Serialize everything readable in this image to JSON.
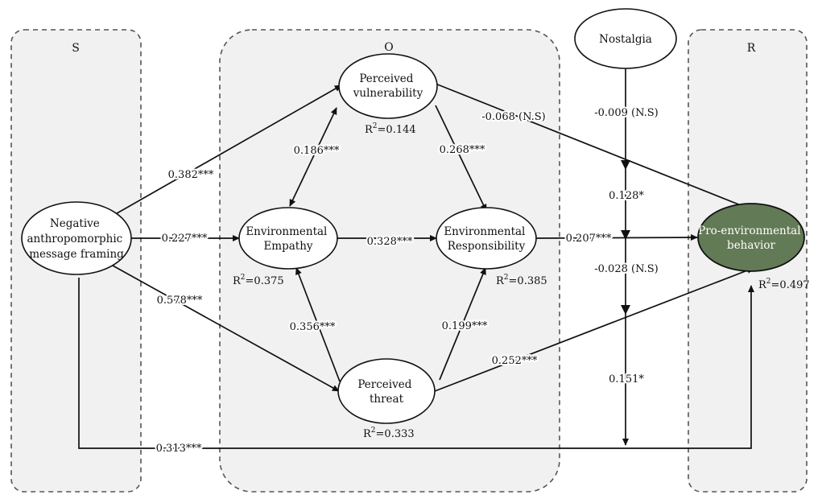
{
  "groups": {
    "s": "S",
    "o": "O",
    "r": "R"
  },
  "nodes": {
    "negative": [
      "Negative",
      "anthropomorphic",
      "message framing"
    ],
    "vulnerability": [
      "Perceived",
      "vulnerability"
    ],
    "empathy": [
      "Environmental",
      "Empathy"
    ],
    "responsibility": [
      "Environmental",
      "Responsibility"
    ],
    "threat": [
      "Perceived",
      "threat"
    ],
    "nostalgia": [
      "Nostalgia"
    ],
    "behavior": [
      "Pro-environmental",
      "behavior"
    ]
  },
  "r2": {
    "prefix": "R",
    "sup": "2",
    "vulnerability": "=0.144",
    "empathy": "=0.375",
    "responsibility": "=0.385",
    "threat": "=0.333",
    "behavior": "=0.497"
  },
  "paths": {
    "neg_vul": "0.382***",
    "neg_emp": "0.227***",
    "neg_thr": "0.578***",
    "neg_beh": "0.313***",
    "vul_emp": "0.186***",
    "vul_res": "0.268***",
    "vul_beh": "-0.068 (N.S)",
    "emp_res": "0.328***",
    "thr_emp": "0.356***",
    "thr_res": "0.199***",
    "res_beh": "0.207***",
    "thr_beh": "0.252***",
    "mod_vul": "-0.009 (N.S)",
    "mod_res": "0.128*",
    "mod_beh": "-0.028 (N.S)",
    "mod_thr": "0.151*"
  },
  "colors": {
    "outcome_fill": "#627a55",
    "group_fill": "#f1f1f1",
    "line": "#111111"
  }
}
